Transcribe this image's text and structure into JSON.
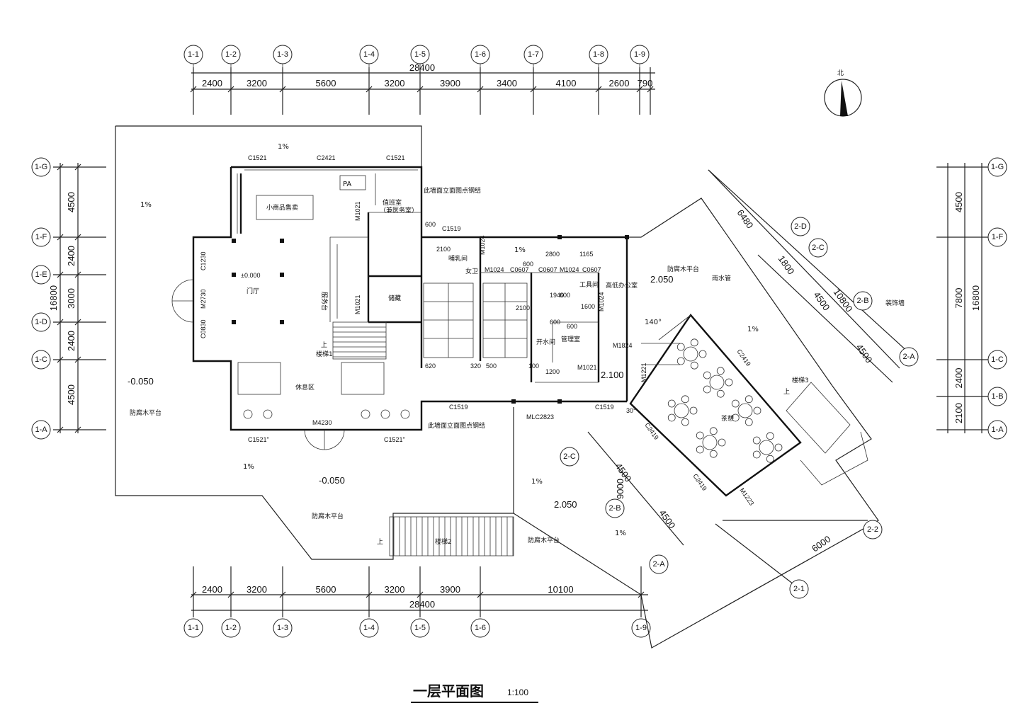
{
  "drawing": {
    "title": "一层平面图",
    "scale": "1:100",
    "north_label": "北"
  },
  "axes": {
    "top": [
      "1-1",
      "1-2",
      "1-3",
      "1-4",
      "1-5",
      "1-6",
      "1-7",
      "1-8",
      "1-9"
    ],
    "bottom": [
      "1-1",
      "1-2",
      "1-3",
      "1-4",
      "1-5",
      "1-6",
      "1-9"
    ],
    "left": [
      "1-G",
      "1-F",
      "1-E",
      "1-D",
      "1-C",
      "1-A"
    ],
    "right": [
      "1-G",
      "1-F",
      "1-C",
      "1-B",
      "1-A"
    ],
    "diagonal": [
      "2-D",
      "2-C",
      "2-B",
      "2-A",
      "2-C",
      "2-B",
      "2-A",
      "2-2",
      "2-1"
    ]
  },
  "dimensions": {
    "top_segments": [
      "2400",
      "3200",
      "5600",
      "3200",
      "3900",
      "3400",
      "4100",
      "2600",
      "790"
    ],
    "top_total": "28400",
    "bottom_segments": [
      "2400",
      "3200",
      "5600",
      "3200",
      "3900",
      "10100"
    ],
    "bottom_total": "28400",
    "left_segments": [
      "4500",
      "2400",
      "3000",
      "2400",
      "4500"
    ],
    "left_total": "16800",
    "right_segments": [
      "4500",
      "2400",
      "2100"
    ],
    "right_mid": "7800",
    "right_total": "16800",
    "diag_upper": [
      "6480",
      "1800",
      "4500",
      "10800",
      "4500"
    ],
    "diag_lower": [
      "4500",
      "9000",
      "4500",
      "6000"
    ],
    "interior": [
      "2800",
      "1165",
      "600",
      "2100",
      "600",
      "1200",
      "600",
      "2100",
      "1600",
      "620",
      "320",
      "500",
      "100",
      "1940",
      "600",
      "600"
    ]
  },
  "rooms": {
    "shop": "小商品售卖",
    "pa": "PA",
    "duty": "值班室",
    "duty_sub": "（兼医务室）",
    "lobby": "门厅",
    "lobby_level": "±0.000",
    "service_desk": "服务台",
    "storage": "储藏",
    "stair1": "楼梯1",
    "rest": "休息区",
    "female": "女卫",
    "nursing": "哺乳间",
    "tool": "工具间",
    "office": "高低办公室",
    "water": "开水间",
    "manage": "管理室",
    "platform": "防腐木平台",
    "rain": "雨水管",
    "decor": "装饰墙",
    "teahouse": "茶憩",
    "stair2": "楼梯2",
    "stair3": "楼梯3",
    "up": "上"
  },
  "levels": {
    "west": "-0.050",
    "south": "-0.050",
    "east": "2.050",
    "mid": "2.100",
    "southeast": "2.050"
  },
  "slopes": [
    "1%",
    "1%",
    "1%",
    "1%",
    "1%",
    "1%",
    "1%"
  ],
  "door_window_codes": [
    "C1521",
    "C2421",
    "C1521",
    "C1519",
    "C1519",
    "C1519",
    "C1230",
    "M2730",
    "C0830",
    "M1021",
    "M1021",
    "M1024",
    "M1024",
    "C0607",
    "C0607",
    "M1024",
    "C0607",
    "M1024",
    "M1824",
    "M1021",
    "M1221",
    "MLC2823",
    "M4230",
    "C1521\"",
    "C1521\"",
    "C2419",
    "C2419",
    "C2419",
    "M1223"
  ],
  "notes": {
    "wall_note1": "此墙面立面图点钢结",
    "wall_note2": "此墙面立面图点钢结",
    "angle": "140°",
    "angle2": "30°"
  }
}
